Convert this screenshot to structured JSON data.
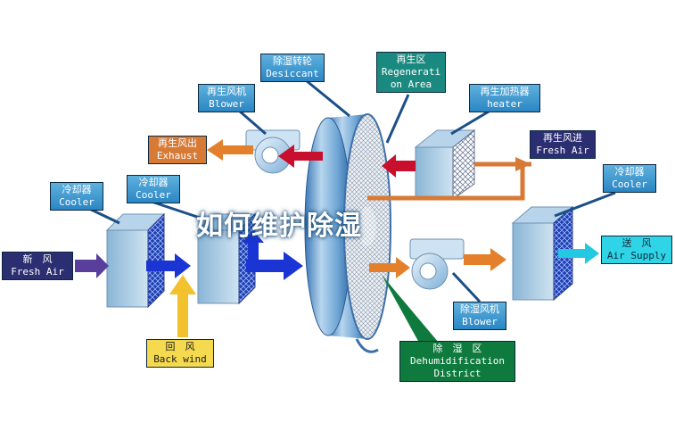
{
  "colors": {
    "label_blue": "#3a98d3",
    "navy": "#2c2e72",
    "orange_label": "#d77a36",
    "green": "#0f7a3e",
    "teal": "#1a8a80",
    "cyan": "#2fd4e6",
    "yellow": "#f5d94e",
    "violet": "#5a3e9c",
    "arrow_blue": "#1b35d4",
    "arrow_orange": "#e4802b",
    "arrow_red": "#c8102e",
    "arrow_cyan": "#22c9e0",
    "arrow_yellow": "#f2c22e"
  },
  "labels": {
    "fresh_air_in": {
      "cn": "新　风",
      "en": "Fresh Air"
    },
    "cooler_1": {
      "cn": "冷却器",
      "en": "Cooler"
    },
    "cooler_2": {
      "cn": "冷却器",
      "en": "Cooler"
    },
    "back_wind": {
      "cn": "回　风",
      "en": "Back wind"
    },
    "regen_blower": {
      "cn": "再生风机",
      "en": "Blower"
    },
    "exhaust": {
      "cn": "再生风出",
      "en": "Exhaust"
    },
    "desiccant": {
      "cn": "除湿转轮",
      "en": "Desiccant"
    },
    "regen_area": {
      "cn": "再生区",
      "en1": "Regenerati",
      "en2": "on Area"
    },
    "heater": {
      "cn": "再生加热器",
      "en": "heater"
    },
    "regen_fresh_air": {
      "cn": "再生风进",
      "en": "Fresh Air"
    },
    "cooler_3": {
      "cn": "冷却器",
      "en": "Cooler"
    },
    "air_supply": {
      "cn": "送　风",
      "en": "Air Supply"
    },
    "dehum_blower": {
      "cn": "除湿风机",
      "en": "Blower"
    },
    "dehum_district": {
      "cn": "除　湿　区",
      "en1": "Dehumidification",
      "en2": "District"
    }
  },
  "overlay_text": "如何维护除湿"
}
